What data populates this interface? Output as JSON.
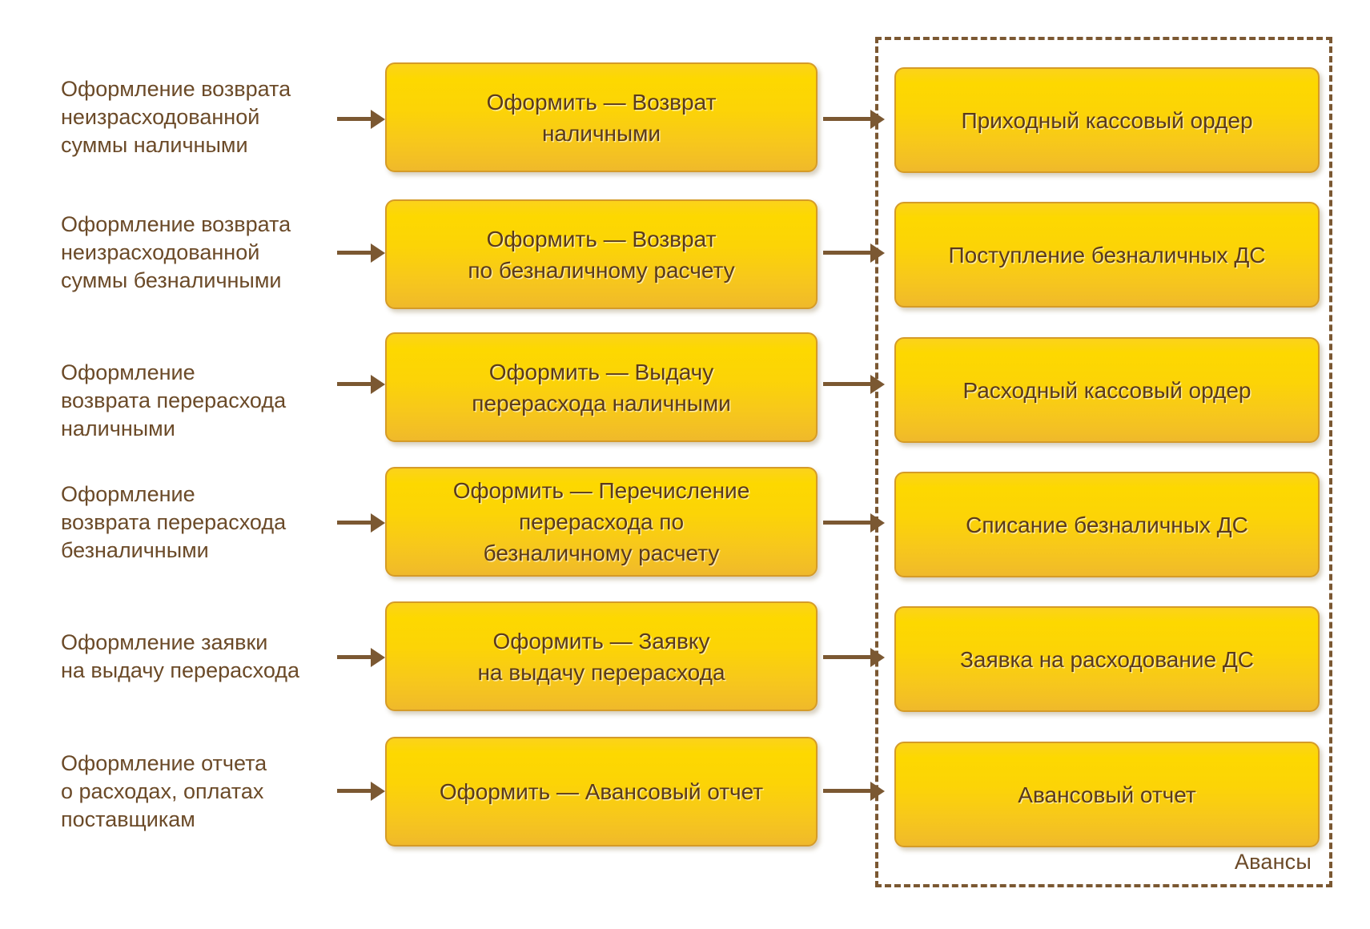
{
  "group": {
    "label": "Авансы",
    "border_color": "#7B5832"
  },
  "colors": {
    "text_brown": "#6B4A28",
    "box_text": "#5A3A1B",
    "box_border": "#D59B28",
    "box_fill_top": "#FBD21C",
    "box_fill_bottom": "#EFB92B",
    "arrow": "#7B5832"
  },
  "rows": [
    {
      "left_label_lines": [
        "Оформление возврата",
        "неизрасходованной",
        "суммы наличными"
      ],
      "action": "Оформить — Возврат\nналичными",
      "document": "Приходный кассовый ордер"
    },
    {
      "left_label_lines": [
        "Оформление возврата",
        "неизрасходованной",
        "суммы безналичными"
      ],
      "action": "Оформить — Возврат\nпо безналичному расчету",
      "document": "Поступление безналичных ДС"
    },
    {
      "left_label_lines": [
        "Оформление",
        "возврата перерасхода",
        "наличными"
      ],
      "action": "Оформить — Выдачу\nперерасхода наличными",
      "document": "Расходный кассовый ордер"
    },
    {
      "left_label_lines": [
        "Оформление",
        "возврата перерасхода",
        "безналичными"
      ],
      "action": "Оформить — Перечисление\nперерасхода по\nбезналичному расчету",
      "document": "Списание безналичных ДС"
    },
    {
      "left_label_lines": [
        "Оформление заявки",
        "на выдачу перерасхода"
      ],
      "action": "Оформить — Заявку\nна выдачу перерасхода",
      "document": "Заявка на расходование ДС"
    },
    {
      "left_label_lines": [
        "Оформление отчета",
        "о расходах, оплатах",
        "поставщикам"
      ],
      "action": "Оформить — Авансовый отчет",
      "document": "Авансовый отчет"
    }
  ]
}
